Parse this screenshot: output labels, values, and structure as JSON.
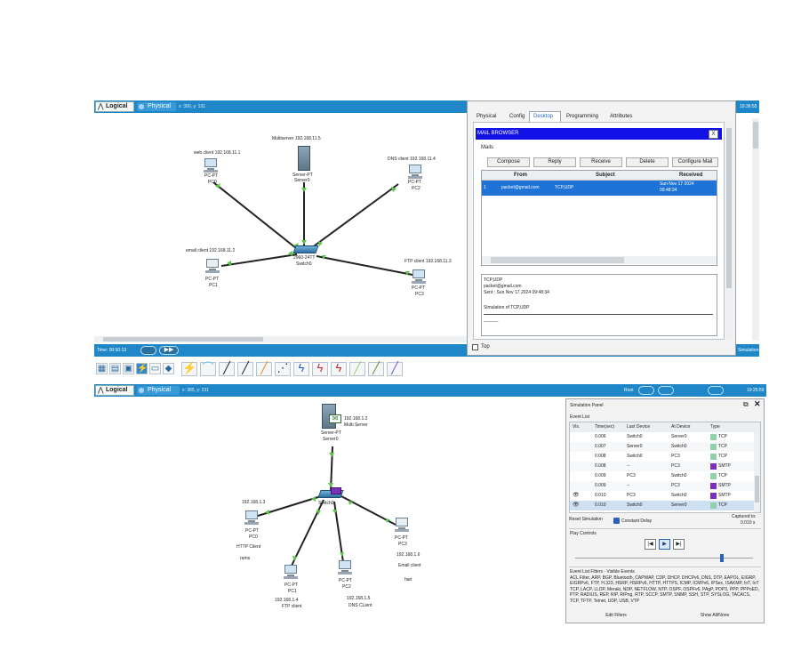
{
  "top": {
    "tabs": {
      "logical": "Logical",
      "physical": "Physical",
      "coords": "x: 390, y: 191"
    },
    "time_right": "19:36:55",
    "devices": {
      "web_label": "web client 192.168.11.1",
      "web_type": "PC-PT",
      "web_name": "PC0",
      "multi_label": "Multiserver 192.168.11.5",
      "multi_type": "Server-PT",
      "multi_name": "Server0",
      "dns_label": "DNS client 192.168.11.4",
      "dns_type": "PC-PT",
      "dns_name": "PC2",
      "email_label": "email client 192.168.11.2",
      "email_type": "PC-PT",
      "email_name": "PC1",
      "switch_type": "2960-24TT",
      "switch_name": "Switch0",
      "ftp_label": "FTP client 192.168.11.3",
      "ftp_type": "PC-PT",
      "ftp_name": "PC3"
    },
    "time_bar": "Time: 00:50:13",
    "simulation": "Simulation"
  },
  "dialog": {
    "tabs": [
      "Physical",
      "Config",
      "Desktop",
      "Programming",
      "Attributes"
    ],
    "active_tab": "Desktop",
    "title": "MAIL BROWSER",
    "close": "X",
    "mails_label": "Mails",
    "buttons": {
      "compose": "Compose",
      "reply": "Reply",
      "receive": "Receive",
      "delete": "Delete",
      "configure": "Configure Mail"
    },
    "table": {
      "headers": {
        "from": "From",
        "subject": "Subject",
        "received": "Received"
      },
      "row": {
        "num": "1",
        "from": "packet@gmail.com",
        "subject": "TCP,UDP",
        "received1": "Sun Nov 17 2024",
        "received2": "09:48:34"
      }
    },
    "preview": {
      "subject": "TCP,UDP",
      "from": "packet@gmail.com",
      "sent": "Sent : Sun Nov 17 2024 09:48:34",
      "body": "Simulation of TCP,UDP",
      "dashes": "----------"
    },
    "top_checkbox": "Top"
  },
  "bottom": {
    "tabs": {
      "logical": "Logical",
      "physical": "Physical",
      "coords": "x: 385, y: 231",
      "root": "Root"
    },
    "time_right": "19:25:59",
    "devices": {
      "server_ip": "192.168.1.2",
      "server_desc": "Multi Server",
      "server_type": "Server-PT",
      "server_name": "Server0",
      "switch_name": "Switch0",
      "pc0_ip": "192.168.1.3",
      "pc0_type": "PC-PT",
      "pc0_name": "PC0",
      "pc0_role": "HTTP Client",
      "pc0_user": "rams",
      "pc1_type": "PC-PT",
      "pc1_name": "PC1",
      "pc1_ip": "192.168.1.4",
      "pc1_role": "FTP client",
      "pc2_type": "PC-PT",
      "pc2_name": "PC2",
      "pc2_ip": "192.168.1.5",
      "pc2_role": "DNS CLient",
      "pc3_type": "PC-PT",
      "pc3_name": "PC3",
      "pc3_ip": "192.168.1.6",
      "pc3_role": "Email client",
      "pc3_user": "hari"
    }
  },
  "sim_panel": {
    "title": "Simulation Panel",
    "event_list": "Event List",
    "headers": {
      "vis": "Vis.",
      "time": "Time(sec)",
      "last": "Last Device",
      "at": "At Device",
      "type": "Type"
    },
    "events": [
      {
        "time": "0.006",
        "last": "Switch0",
        "at": "Server0",
        "type": "TCP",
        "color": "#8fd1a8",
        "eye": false,
        "sel": false
      },
      {
        "time": "0.007",
        "last": "Server0",
        "at": "Switch0",
        "type": "TCP",
        "color": "#8fd1a8",
        "eye": false,
        "sel": false
      },
      {
        "time": "0.008",
        "last": "Switch0",
        "at": "PC3",
        "type": "TCP",
        "color": "#8fd1a8",
        "eye": false,
        "sel": false
      },
      {
        "time": "0.008",
        "last": "--",
        "at": "PC3",
        "type": "SMTP",
        "color": "#7b2fbf",
        "eye": false,
        "sel": false
      },
      {
        "time": "0.009",
        "last": "PC3",
        "at": "Switch0",
        "type": "TCP",
        "color": "#8fd1a8",
        "eye": false,
        "sel": false
      },
      {
        "time": "0.009",
        "last": "--",
        "at": "PC3",
        "type": "SMTP",
        "color": "#7b2fbf",
        "eye": false,
        "sel": false
      },
      {
        "time": "0.010",
        "last": "PC3",
        "at": "Switch0",
        "type": "SMTP",
        "color": "#7b2fbf",
        "eye": true,
        "sel": false
      },
      {
        "time": "0.010",
        "last": "Switch0",
        "at": "Server0",
        "type": "TCP",
        "color": "#8fd1a8",
        "eye": true,
        "sel": true
      }
    ],
    "reset": "Reset Simulation",
    "constant_delay": "Constant Delay",
    "captured_to": "Captured to:",
    "captured_value": "0.010 s",
    "play_controls": "Play Controls",
    "filters_title": "Event List Filters - Visible Events",
    "filters_text": "ACL Filter, ARP, BGP, Bluetooth, CAPWAP, CDP, DHCP, DHCPv6, DNS, DTP, EAPOL, EIGRP, EIGRPv6, FTP, H.323, HSRP, HSRPv6, HTTP, HTTPS, ICMP, ICMPv6, IPSec, ISAKMP, IoT, IoT TCP, LACP, LLDP, Meraki, NDP, NETFLOW, NTP, OSPF, OSPFv6, PAgP, POP3, PPP, PPPoED, PTP, RADIUS, REP, RIP, RIPng, RTP, SCCP, SMTP, SNMP, SSH, STP, SYSLOG, TACACS, TCP, TFTP, Telnet, UDP, USB, VTP",
    "edit_filters": "Edit Filters",
    "show_all": "Show All/None"
  }
}
